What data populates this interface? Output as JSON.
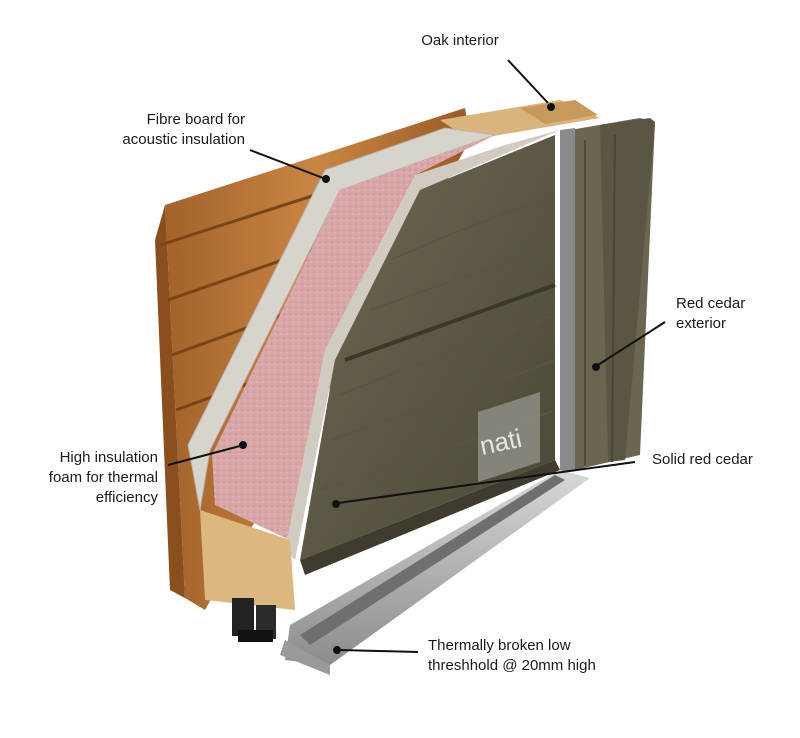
{
  "callouts": {
    "oak_interior": {
      "lines": [
        "Oak interior"
      ]
    },
    "fibre_board": {
      "lines": [
        "Fibre board for",
        "acoustic insulation"
      ]
    },
    "red_cedar_exterior": {
      "lines": [
        "Red cedar",
        "exterior"
      ]
    },
    "high_insulation_foam": {
      "lines": [
        "High insulation",
        "foam for thermal",
        "efficiency"
      ]
    },
    "solid_red_cedar": {
      "lines": [
        "Solid red cedar"
      ]
    },
    "threshold": {
      "lines": [
        "Thermally broken low",
        "threshhold @ 20mm high"
      ]
    }
  },
  "colors": {
    "red_cedar": "#c07a3a",
    "cedar_dark": "#8a4f1c",
    "foam": "#d9a7a8",
    "fibre_board": "#d7d4cc",
    "grey_wood": "#6a6550",
    "grey_wood_dark": "#4e4a39",
    "oak": "#d9b47c",
    "aluminium": "#b9b9b9",
    "seal": "#222222"
  },
  "logo": {
    "text": "nati"
  }
}
